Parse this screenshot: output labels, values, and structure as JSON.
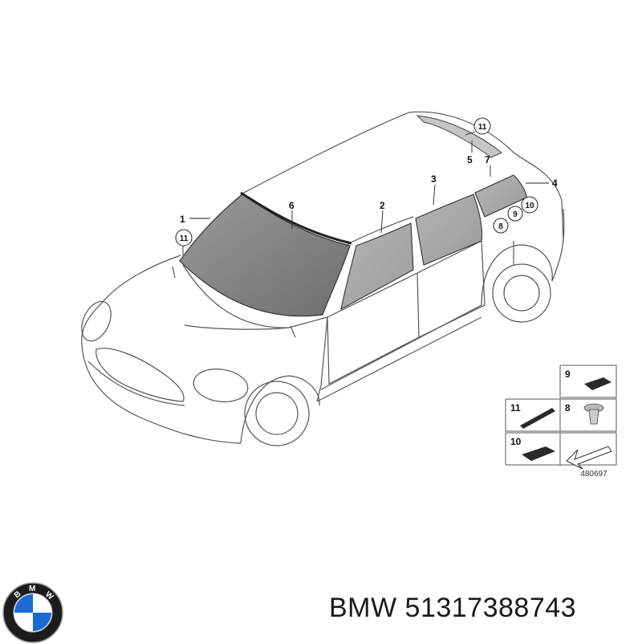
{
  "diagram": {
    "callouts": [
      "1",
      "2",
      "3",
      "4",
      "5",
      "6",
      "7",
      "8",
      "9",
      "10",
      "11",
      "11"
    ],
    "legend": {
      "items": [
        "9",
        "11",
        "8",
        "10"
      ]
    },
    "diagram_id": "480697"
  },
  "caption": {
    "brand": "BMW",
    "part_number": "51317388743"
  },
  "logo": {
    "letters": [
      "B",
      "M",
      "W"
    ],
    "colors": {
      "ring": "#1c1c1c",
      "blue": "#1c69d4",
      "white": "#ffffff"
    }
  }
}
